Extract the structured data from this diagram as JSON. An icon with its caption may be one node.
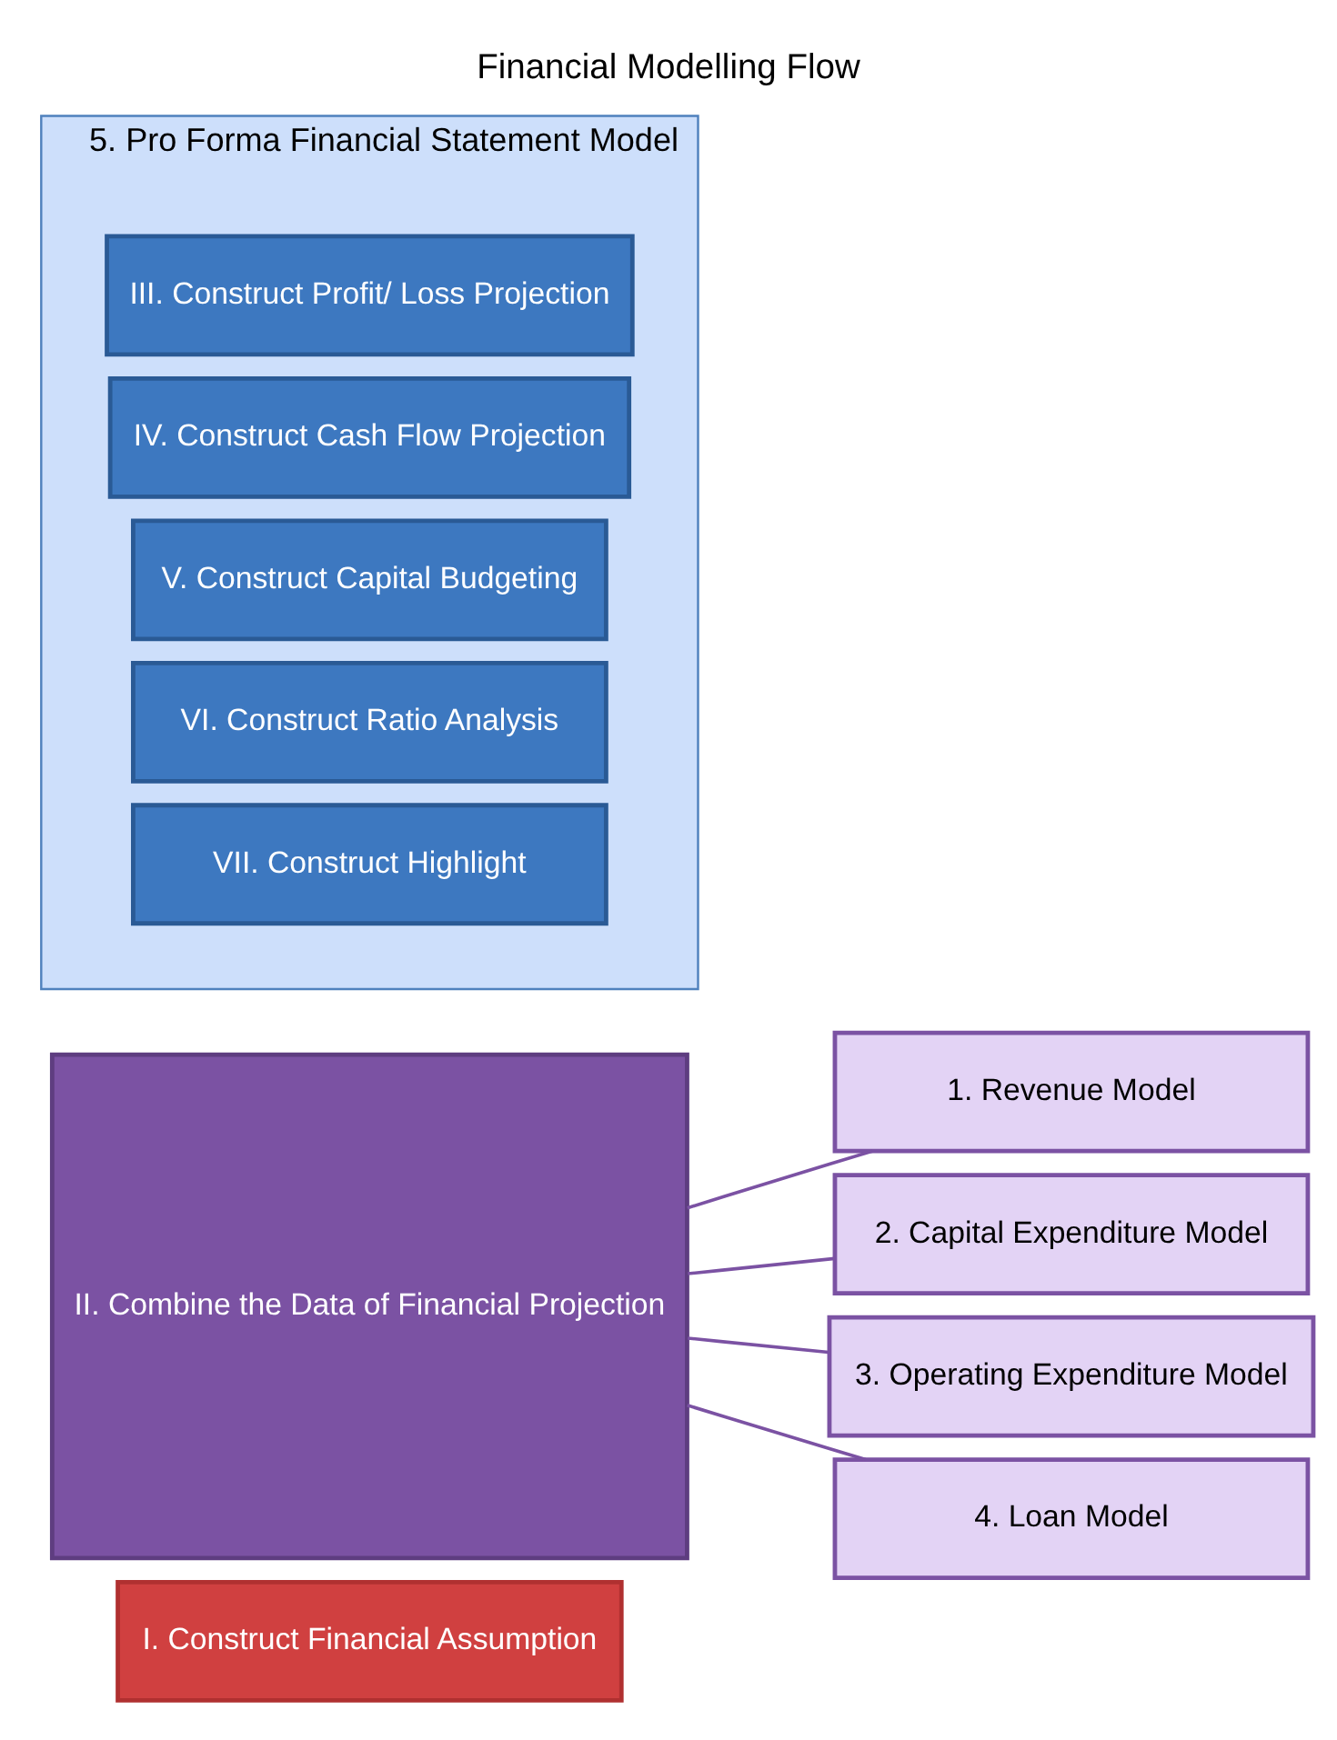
{
  "diagram": {
    "title": "Financial Modelling Flow",
    "nodes": [
      {
        "text": [
          "I. Construct Financial Assumption"
        ]
      },
      {
        "text": [
          "II. Combine the Data of Financial Projection"
        ]
      },
      {
        "text": [
          "1. Revenue Model"
        ]
      },
      {
        "text": [
          "2. Capital Expenditure Model"
        ]
      },
      {
        "text": [
          "3. Operating Expenditure Model"
        ]
      },
      {
        "text": [
          "4. Loan Model"
        ]
      },
      {
        "text": [
          "5. Pro Forma Financial Statement Model"
        ]
      },
      {
        "text": [
          "III. Construct Profit/ Loss Projection"
        ],
        "in": 6
      },
      {
        "text": [
          "IV. Construct Cash Flow Projection"
        ],
        "in": 6
      },
      {
        "text": [
          "V. Construct Capital Budgeting"
        ],
        "in": 6
      },
      {
        "text": [
          "VI. Construct Ratio Analysis"
        ],
        "in": 6
      },
      {
        "text": [
          "VII. Construct Highlight"
        ],
        "in": 6
      }
    ],
    "edges": [
      {
        "from": 1,
        "to": 2,
        "arrow": "none"
      },
      {
        "from": 1,
        "to": 3,
        "arrow": "none"
      },
      {
        "from": 1,
        "to": 4,
        "arrow": "none"
      },
      {
        "from": 1,
        "to": 5,
        "arrow": "none"
      }
    ]
  }
}
